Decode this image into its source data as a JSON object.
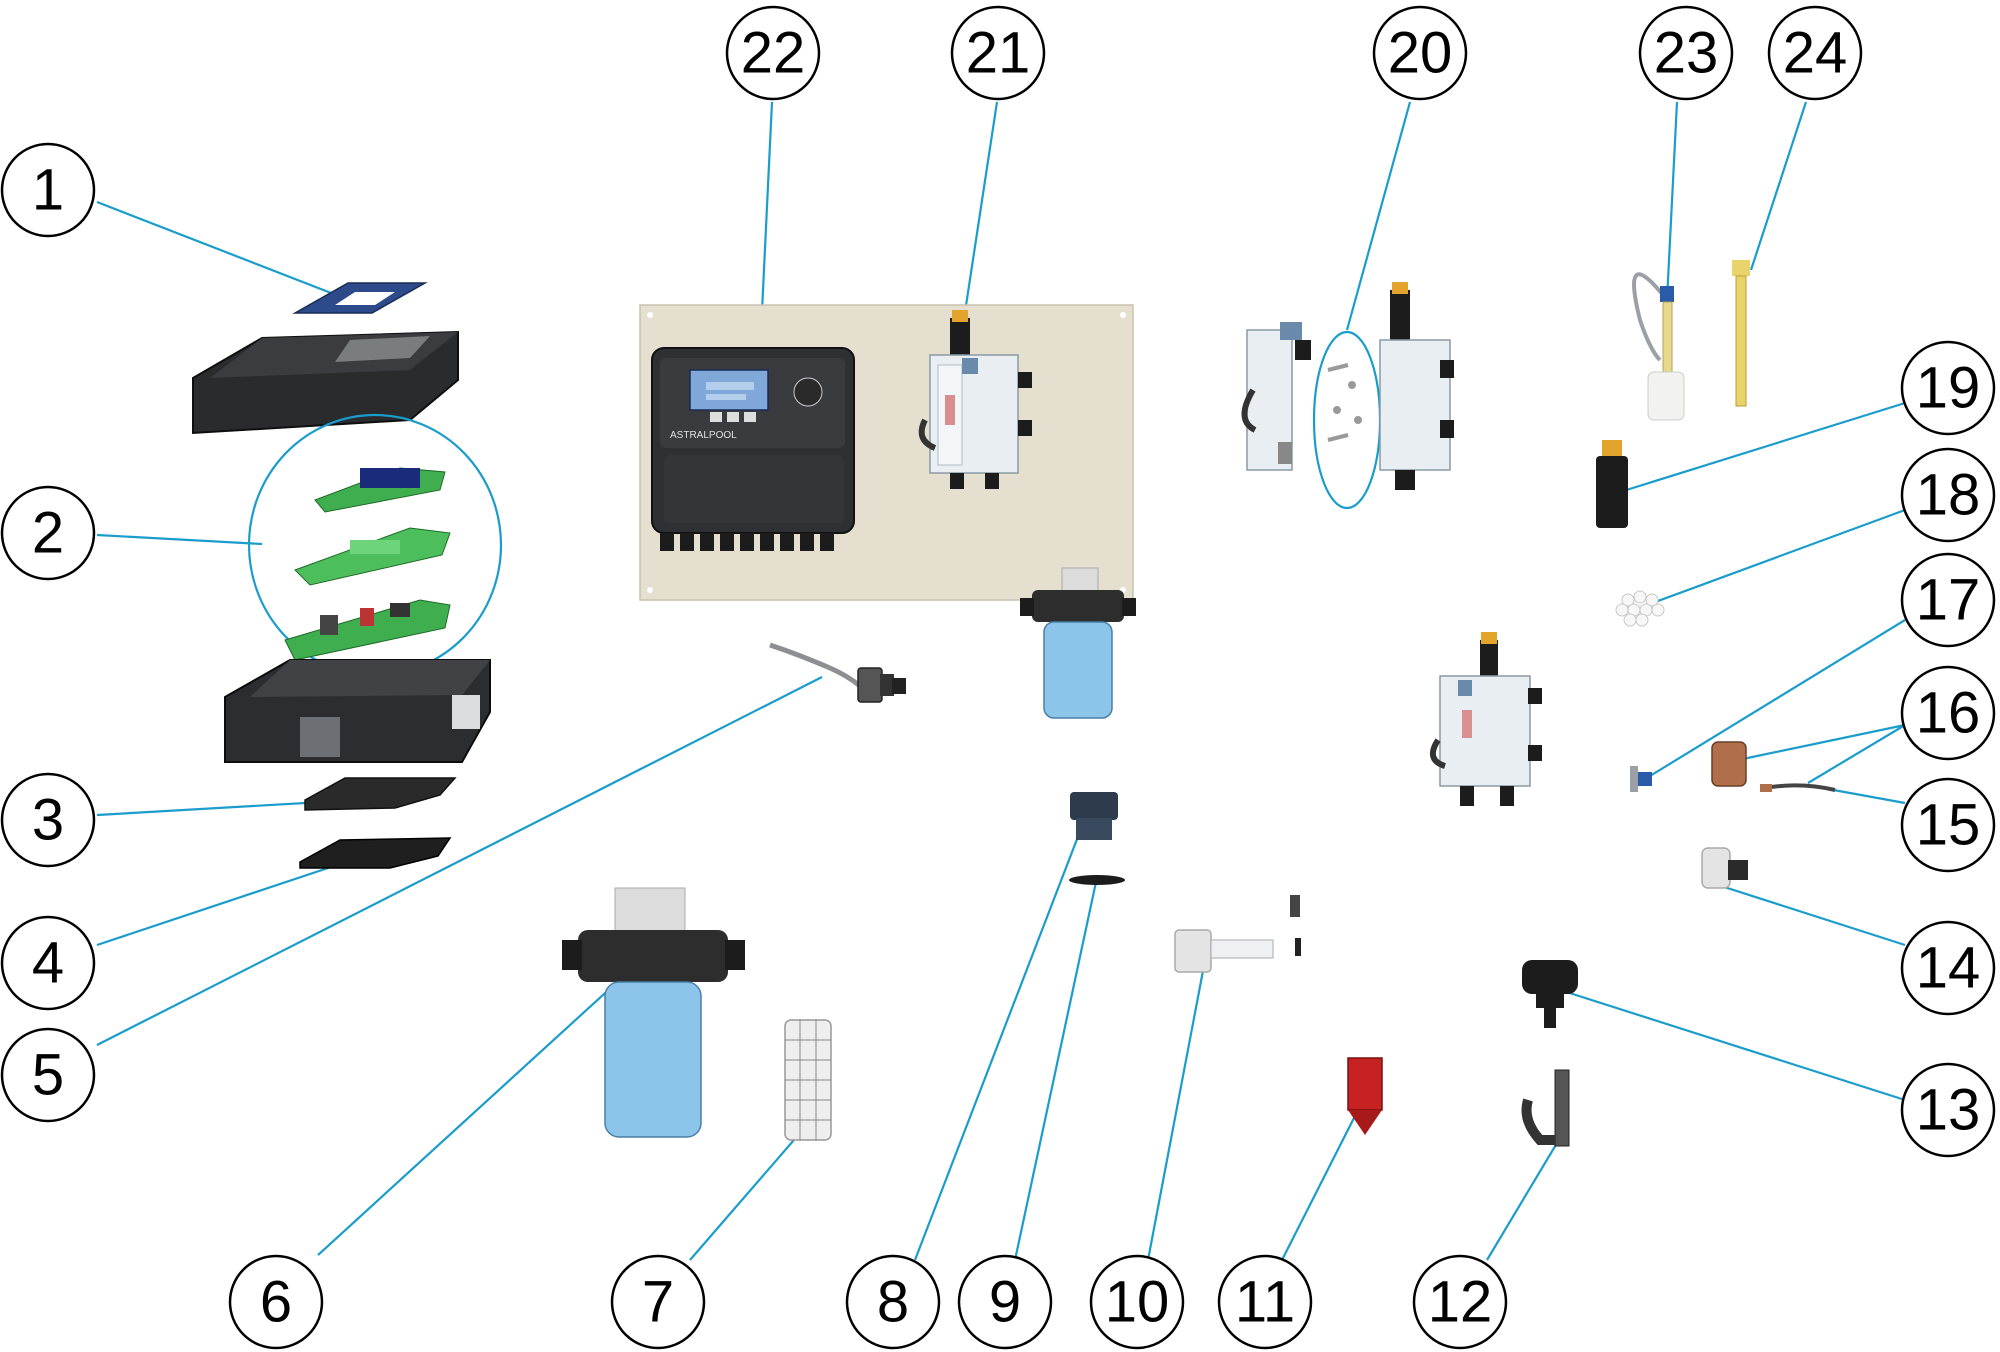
{
  "colors": {
    "leader": "#1a9ccc",
    "panel": "#e5dfcf",
    "controller_body": "#2f3033",
    "display": "#7fa8d8",
    "filter_bowl": "#8cc4ea",
    "pcb": "#3fae4f",
    "red_part": "#c62222",
    "probe_yellow": "#e8d46a"
  },
  "callouts": [
    {
      "id": "1",
      "label": "1"
    },
    {
      "id": "2",
      "label": "2"
    },
    {
      "id": "3",
      "label": "3"
    },
    {
      "id": "4",
      "label": "4"
    },
    {
      "id": "5",
      "label": "5"
    },
    {
      "id": "6",
      "label": "6"
    },
    {
      "id": "7",
      "label": "7"
    },
    {
      "id": "8",
      "label": "8"
    },
    {
      "id": "9",
      "label": "9"
    },
    {
      "id": "10",
      "label": "10"
    },
    {
      "id": "11",
      "label": "11"
    },
    {
      "id": "12",
      "label": "12"
    },
    {
      "id": "13",
      "label": "13"
    },
    {
      "id": "14",
      "label": "14"
    },
    {
      "id": "15",
      "label": "15"
    },
    {
      "id": "16",
      "label": "16"
    },
    {
      "id": "17",
      "label": "17"
    },
    {
      "id": "18",
      "label": "18"
    },
    {
      "id": "19",
      "label": "19"
    },
    {
      "id": "20",
      "label": "20"
    },
    {
      "id": "21",
      "label": "21"
    },
    {
      "id": "22",
      "label": "22"
    },
    {
      "id": "23",
      "label": "23"
    },
    {
      "id": "24",
      "label": "24"
    }
  ],
  "controller": {
    "brand": "ASTRALPOOL"
  }
}
